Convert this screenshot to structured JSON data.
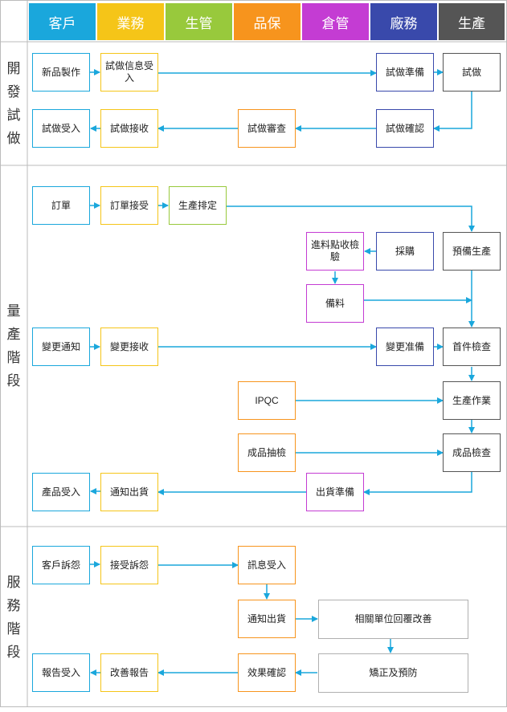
{
  "columns": [
    {
      "label": "客戶",
      "color": "#1aa7dc"
    },
    {
      "label": "業務",
      "color": "#f5c518"
    },
    {
      "label": "生管",
      "color": "#98c93c"
    },
    {
      "label": "品保",
      "color": "#f7941d"
    },
    {
      "label": "倉管",
      "color": "#c43cd3"
    },
    {
      "label": "廠務",
      "color": "#3949ab"
    },
    {
      "label": "生產",
      "color": "#555555"
    }
  ],
  "phases": [
    {
      "chars": [
        "開",
        "發",
        "試",
        "做"
      ]
    },
    {
      "chars": [
        "量",
        "產",
        "階",
        "段"
      ]
    },
    {
      "chars": [
        "服",
        "務",
        "階",
        "段"
      ]
    }
  ],
  "nodes": {
    "n1": "新品製作",
    "n2": "試做信息受入",
    "n3": "試做準備",
    "n4": "試做",
    "n5": "試做受入",
    "n6": "試做接收",
    "n7": "試做審查",
    "n8": "試做確認",
    "m1": "訂單",
    "m2": "訂單接受",
    "m3": "生產排定",
    "m4": "進料點收檢驗",
    "m5": "採購",
    "m6": "預備生產",
    "m7": "備料",
    "m8": "變更通知",
    "m9": "變更接收",
    "m10": "變更准備",
    "m11": "首件檢查",
    "m12": "IPQC",
    "m13": "生產作業",
    "m14": "成品抽檢",
    "m15": "成品檢查",
    "m16": "產品受入",
    "m17": "通知出貨",
    "m18": "出貨準備",
    "s1": "客戶訴怨",
    "s2": "接受訴怨",
    "s3": "訊息受入",
    "s4": "通知出貨",
    "s5": "相關單位回覆改善",
    "s6": "報告受入",
    "s7": "改善報告",
    "s8": "效果確認",
    "s9": "矯正及預防"
  }
}
